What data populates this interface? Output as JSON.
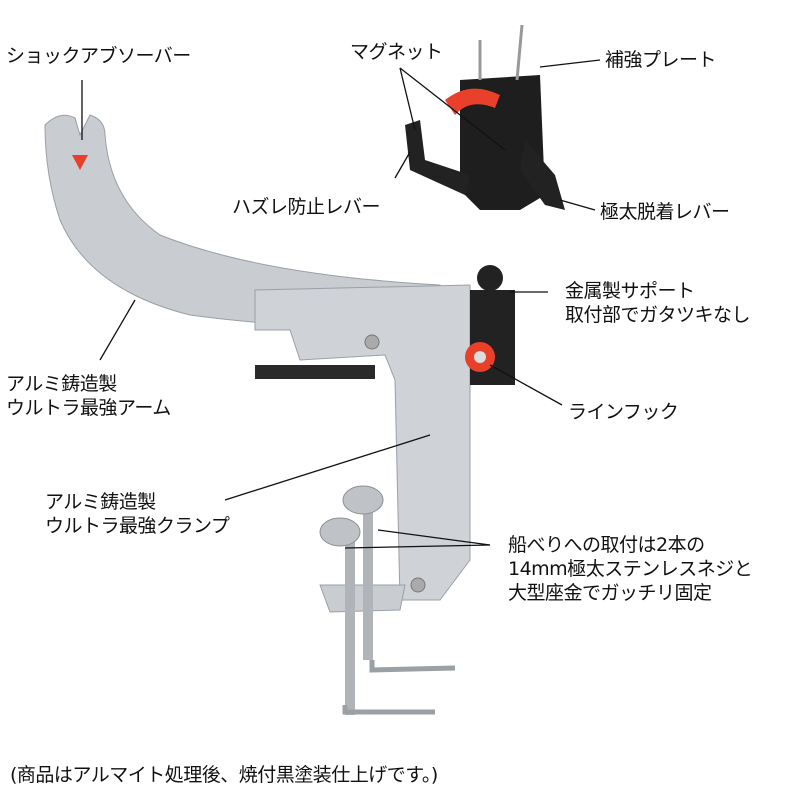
{
  "labels": {
    "shock_absorber": "ショックアブソーバー",
    "magnet": "マグネット",
    "reinforcement_plate": "補強プレート",
    "slip_prevention_lever": "ハズレ防止レバー",
    "thick_release_lever": "極太脱着レバー",
    "metal_support_line1": "金属製サポート",
    "metal_support_line2": "取付部でガタツキなし",
    "arm_line1": "アルミ鋳造製",
    "arm_line2": "ウルトラ最強アーム",
    "line_hook": "ラインフック",
    "clamp_line1": "アルミ鋳造製",
    "clamp_line2": "ウルトラ最強クランプ",
    "mount_line1": "船べりへの取付は2本の",
    "mount_line2": "14mm極太ステンレスネジと",
    "mount_line3": "大型座金でガッチリ固定",
    "footnote": "(商品はアルマイト処理後、焼付黒塗装仕上げです。)"
  },
  "colors": {
    "aluminum": "#c9ccd0",
    "black_part": "#1e1e1e",
    "accent_red": "#e8402a"
  }
}
